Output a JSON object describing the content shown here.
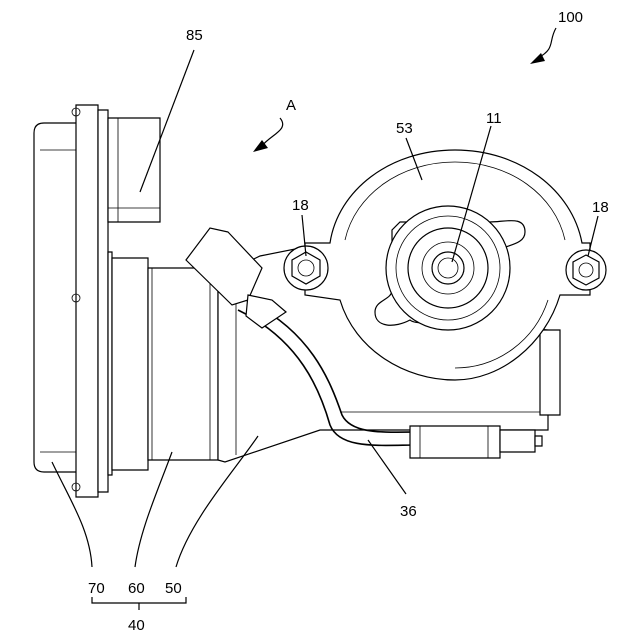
{
  "figure": {
    "labels": {
      "assembly": "100",
      "view_arrow": "A",
      "connector": "85",
      "cover": "53",
      "shaft": "11",
      "bolt_left": "18",
      "bolt_right": "18",
      "harness": "36",
      "part_70": "70",
      "part_60": "60",
      "part_50": "50",
      "group_40": "40"
    }
  }
}
